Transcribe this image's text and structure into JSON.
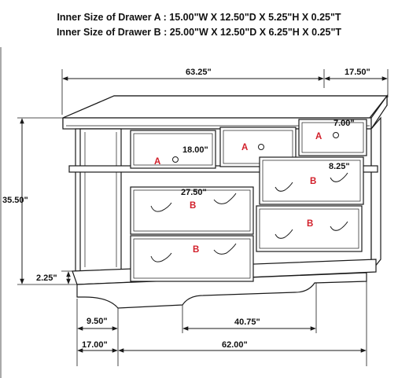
{
  "header": {
    "drawer_a": "Inner Size of Drawer A  : 15.00\"W X 12.50\"D X 5.25\"H X 0.25\"T",
    "drawer_b": "Inner Size of Drawer B : 25.00\"W X 12.50\"D X 6.25\"H X 0.25\"T"
  },
  "dimensions": {
    "top_width": "63.25\"",
    "top_depth": "17.50\"",
    "total_height": "35.50\"",
    "leg_height": "2.25\"",
    "drawer_a_width": "18.00\"",
    "drawer_a_height": "7.00\"",
    "drawer_b_height": "8.25\"",
    "drawer_b_width": "27.50\"",
    "leg_width": "9.50\"",
    "base_opening": "40.75\"",
    "base_depth": "17.00\"",
    "base_width": "62.00\""
  },
  "labels": {
    "drawer_a": "A",
    "drawer_b": "B"
  },
  "colors": {
    "line": "#1a1a1a",
    "label": "#d21f2a"
  }
}
